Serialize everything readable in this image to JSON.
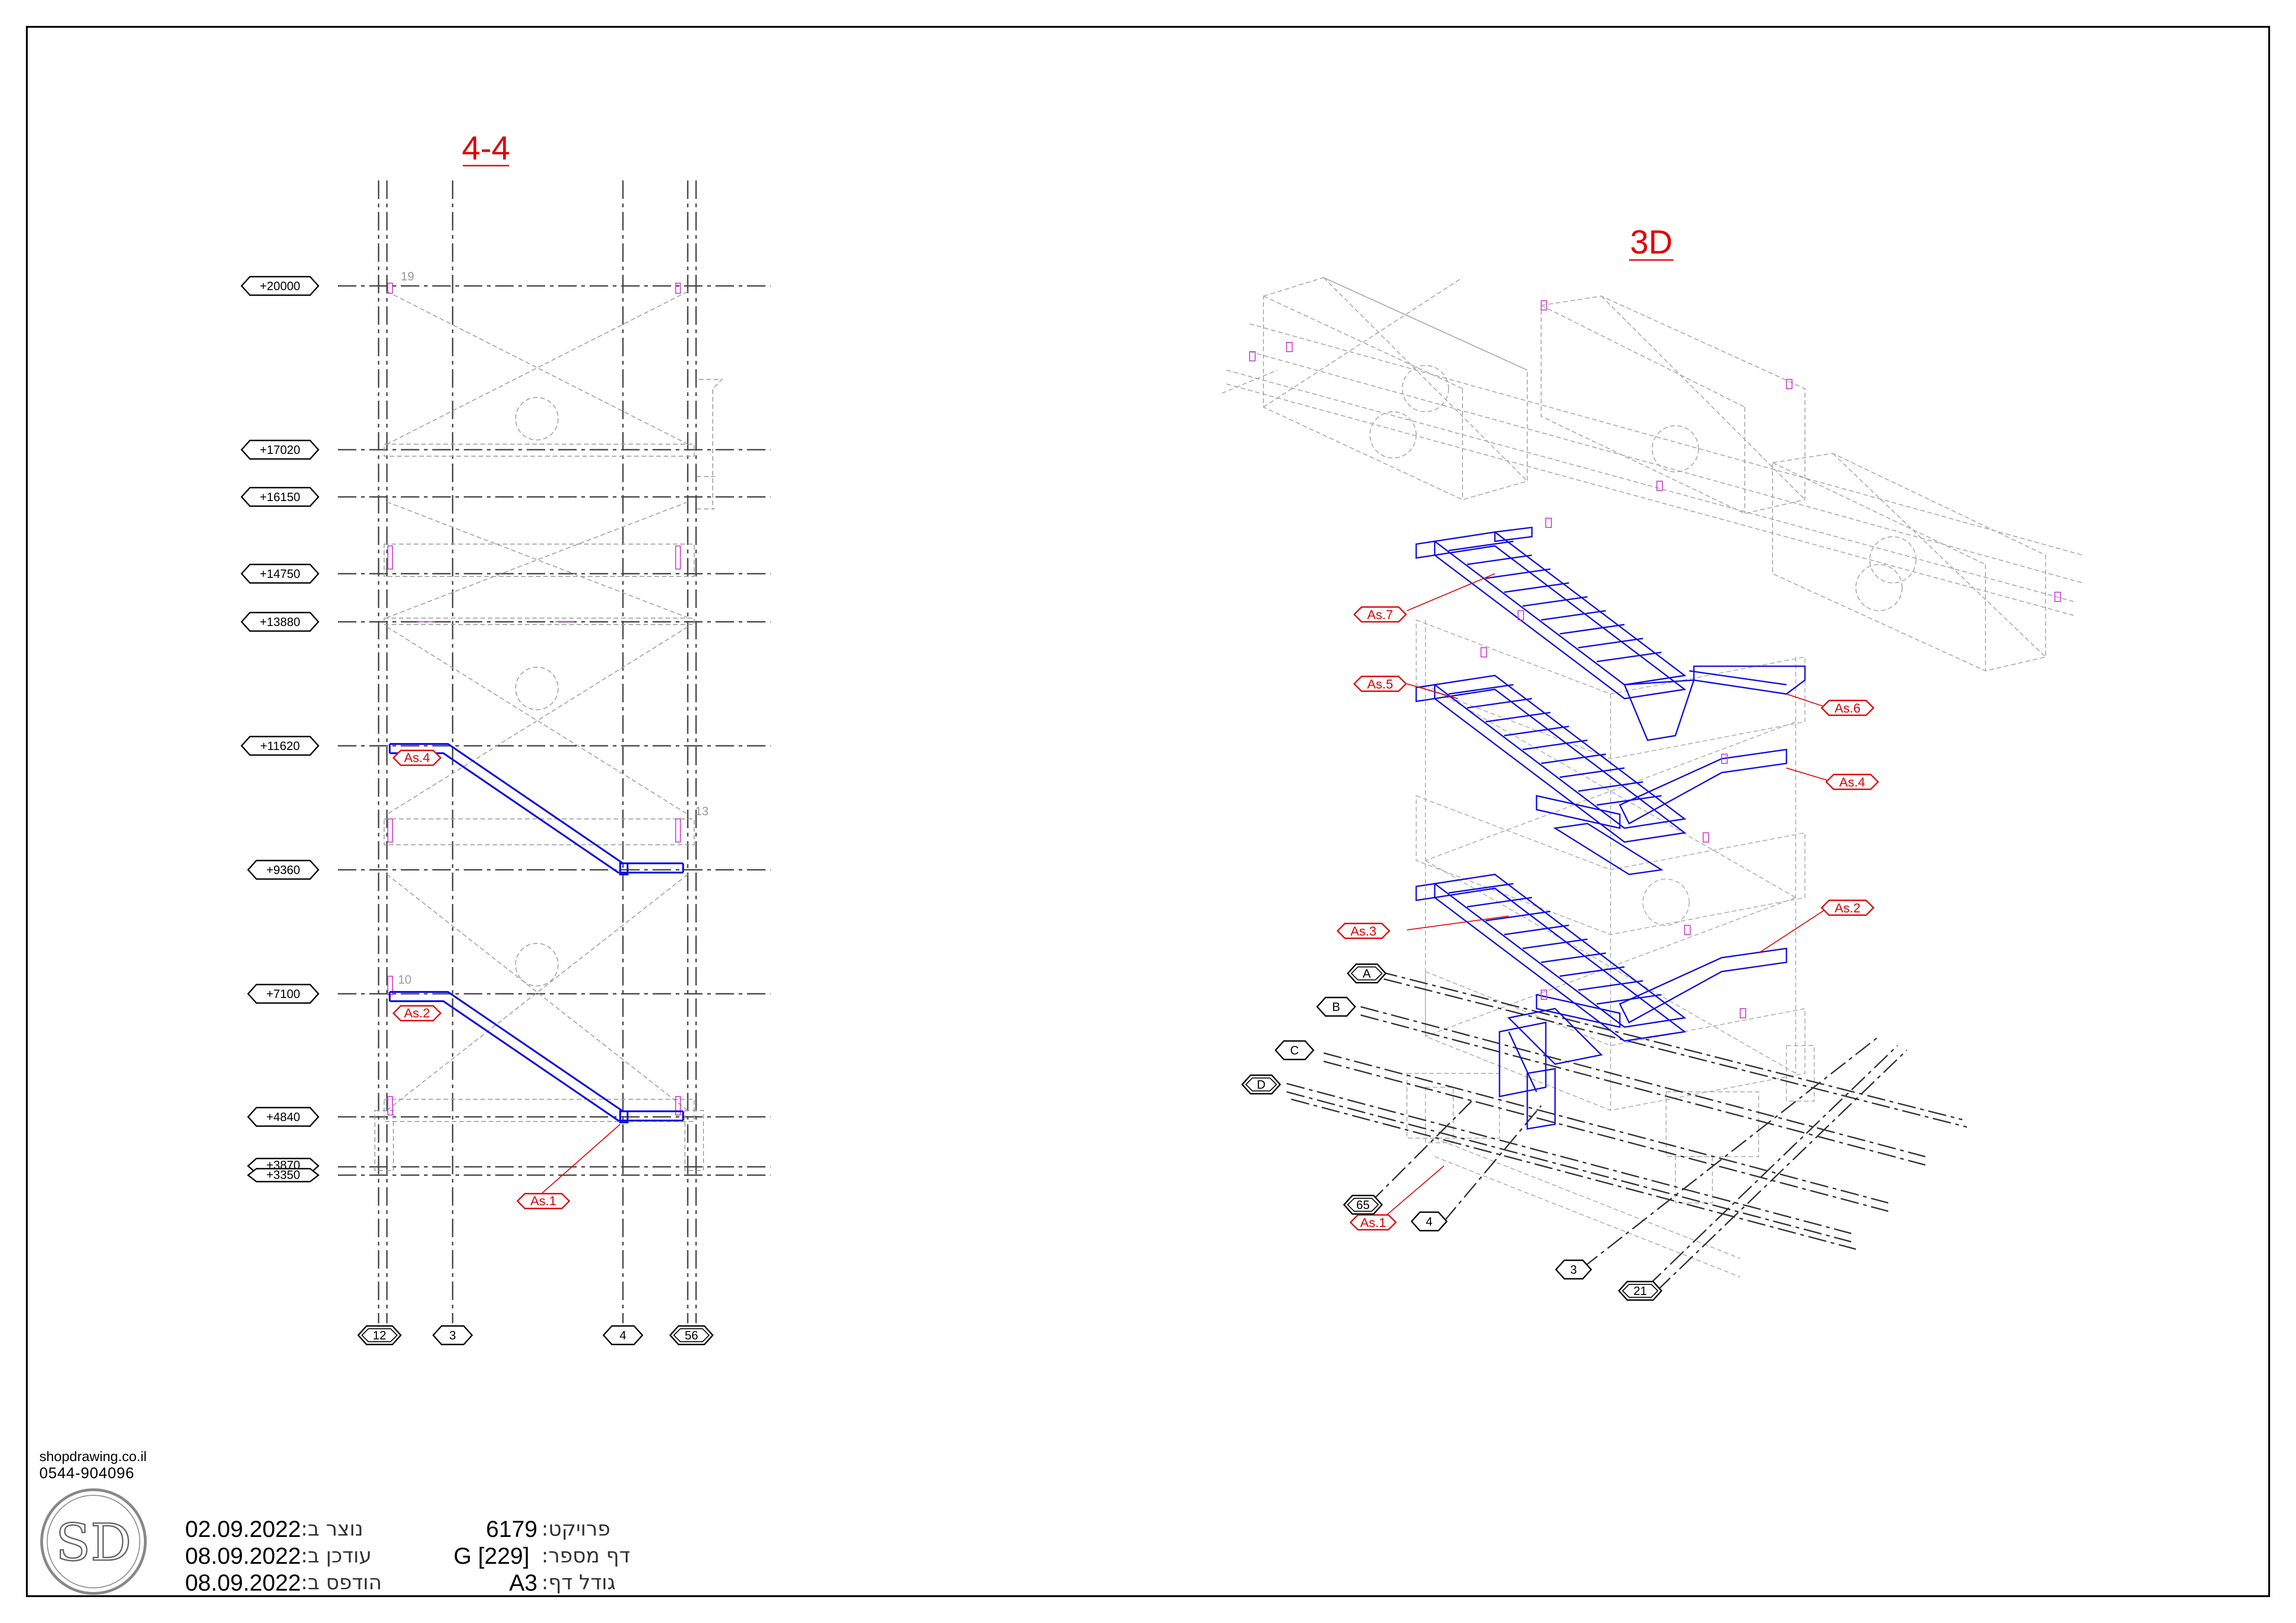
{
  "sheet": {
    "section_title": "4-4",
    "view_title": "3D",
    "elevations": [
      "+20000",
      "+17020",
      "+16150",
      "+14750",
      "+13880",
      "+11620",
      "+9360",
      "+7100",
      "+4840",
      "+3870",
      "+3350"
    ],
    "axes_section": [
      "12",
      "3",
      "4",
      "56"
    ],
    "assemblies_section": [
      "As.4",
      "As.2",
      "As.1"
    ],
    "assemblies_3d": [
      "As.7",
      "As.5",
      "As.3",
      "As.6",
      "As.4",
      "As.2",
      "As.1"
    ],
    "axes_3d": [
      "A",
      "B",
      "C",
      "D",
      "65",
      "4",
      "3",
      "21"
    ],
    "small_marks": [
      "19",
      "10",
      "13"
    ]
  },
  "company": {
    "website": "shopdrawing.co.il",
    "phone": "0544-904096",
    "logo_letters": "SD"
  },
  "title_block": {
    "created_label": ":נוצר ב",
    "created_date": "02.09.2022",
    "updated_label": ":עודכן ב",
    "updated_date": "08.09.2022",
    "printed_label": ":הודפס ב",
    "printed_date": "08.09.2022",
    "project_label": ":פרויקט",
    "project_value": "6179",
    "sheet_no_label": ":דף מספר",
    "sheet_no_value": "G  [229]",
    "sheet_size_label": ":גודל דף",
    "sheet_size_value": "A3"
  },
  "colors": {
    "frame": "#000000",
    "title_red": "#e00000",
    "stair_blue": "#1010e0",
    "grid_gray": "#9a9a9a",
    "axis_dark": "#333333",
    "bolt_magenta": "#d040d0"
  }
}
